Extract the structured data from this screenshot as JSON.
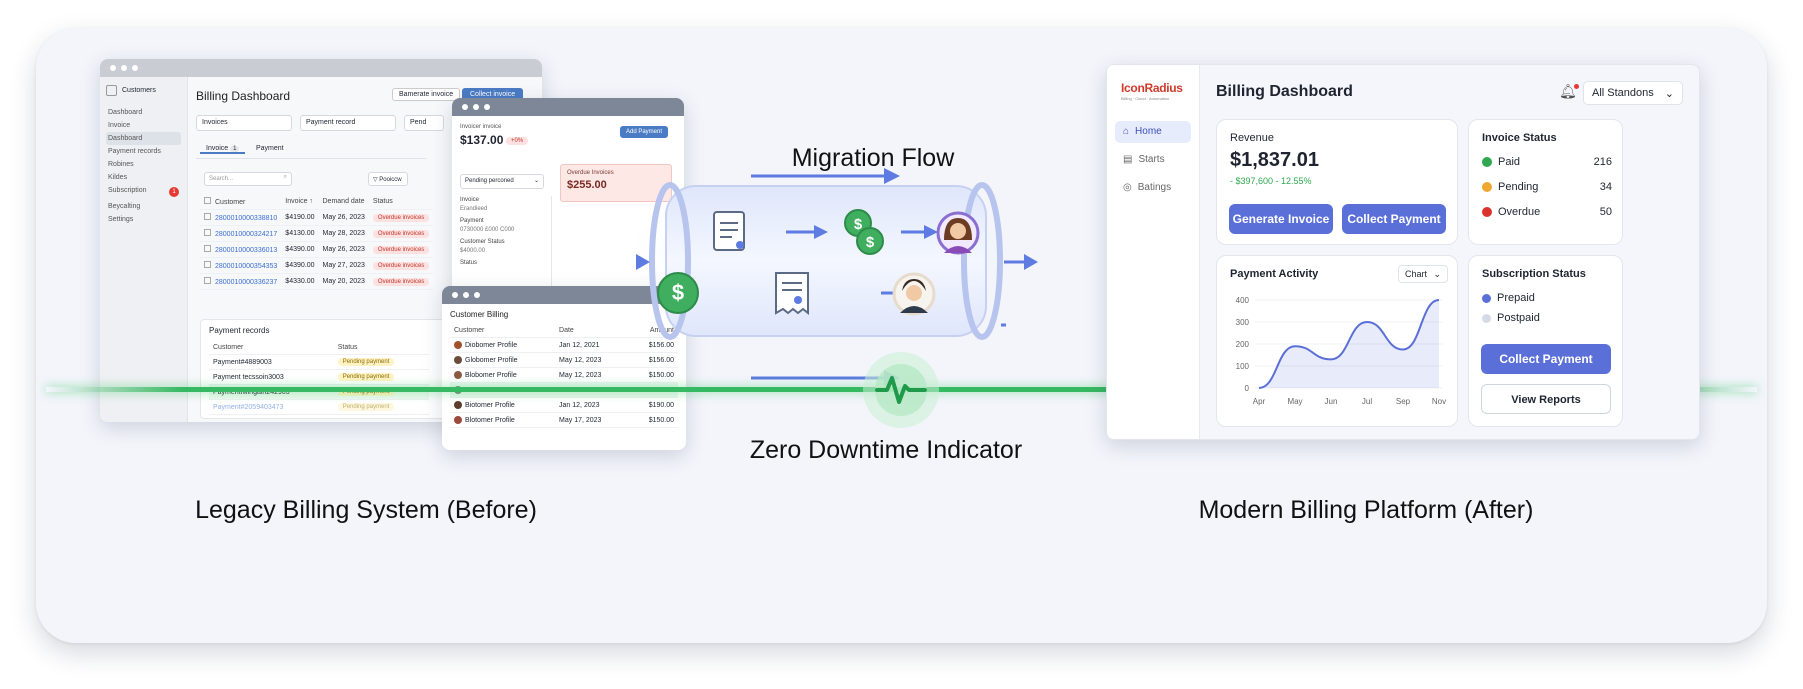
{
  "captions": {
    "migration_flow": "Migration Flow",
    "zero_downtime": "Zero Downtime Indicator",
    "legacy": "Legacy Billing System (Before)",
    "modern": "Modern Billing Platform (After)"
  },
  "legacy": {
    "sidebar": {
      "header": "Customers",
      "items": [
        "Dashboard",
        "Invoice",
        "Dashboard",
        "Payment records",
        "Robines",
        "Kildes",
        "Subscription",
        "Beycalting",
        "Settings"
      ],
      "subscription_badge": "1"
    },
    "title": "Billing Dashboard",
    "btn_generate": "Bamerate invoice",
    "btn_collect": "Collect invoice",
    "filters": [
      "Invoices",
      "Payment record",
      "Pend"
    ],
    "tabs": [
      "Invoice",
      "Payment"
    ],
    "tab_count": "1",
    "search_placeholder": "Search...",
    "filter_button": "Pooiccw",
    "columns": [
      "Customer",
      "Invoice ↑",
      "Demand date",
      "Status"
    ],
    "rows": [
      {
        "id": "2800010000338810",
        "amt": "$4190.00",
        "date": "May 26, 2023",
        "status": "Overdue invoices"
      },
      {
        "id": "2800010000324217",
        "amt": "$4130.00",
        "date": "May 28, 2023",
        "status": "Overdue invoices"
      },
      {
        "id": "2800010000336013",
        "amt": "$4390.00",
        "date": "May 26, 2023",
        "status": "Overdue invoices"
      },
      {
        "id": "2800010000354353",
        "amt": "$4390.00",
        "date": "May 27, 2023",
        "status": "Overdue invoices"
      },
      {
        "id": "2800010000336237",
        "amt": "$4330.00",
        "date": "May 20, 2023",
        "status": "Overdue invoices"
      }
    ],
    "payment_records": {
      "title": "Payment records",
      "columns": [
        "Customer",
        "Status"
      ],
      "rows": [
        {
          "name": "Payment#4889003",
          "status": "Pending payment"
        },
        {
          "name": "Payment tecssoin3003",
          "status": "Pending payment"
        },
        {
          "name": "Paymentfwingain242903",
          "status": "Pending payment"
        },
        {
          "name": "Payment#2059403473",
          "status": "Pending payment"
        }
      ]
    }
  },
  "invoice_popup": {
    "label": "Invoicer invoice",
    "amount": "$137.00",
    "badge": "+0%",
    "button": "Add Payment",
    "dropdown": "Pending perconed",
    "overdue_label": "Overdue Invoices",
    "overdue_amount": "$255.00",
    "fields": [
      {
        "label": "Invoice",
        "value": "Erandieed"
      },
      {
        "label": "Payment",
        "value": "0730000 £000 C000"
      },
      {
        "label": "Customer Status",
        "value": "$4000.00"
      },
      {
        "label": "Status",
        "value": ""
      }
    ]
  },
  "customer_billing": {
    "title": "Customer Billing",
    "columns": [
      "Customer",
      "Date",
      "Amount"
    ],
    "rows": [
      {
        "name": "Diobomer Profile",
        "date": "Jan 12, 2021",
        "amount": "$156.00"
      },
      {
        "name": "Globomer Profile",
        "date": "May 12, 2023",
        "amount": "$156.00"
      },
      {
        "name": "Blobomer Profile",
        "date": "May 12, 2023",
        "amount": "$150.00"
      },
      {
        "name": "",
        "date": "",
        "amount": ""
      },
      {
        "name": "Biotomer Profile",
        "date": "Jan 12, 2023",
        "amount": "$190.00"
      },
      {
        "name": "Blotomer Profile",
        "date": "May 17, 2023",
        "amount": "$150.00"
      }
    ]
  },
  "modern": {
    "logo": "IconRadius",
    "logo_sub": "Billing · Cloud · Automation",
    "nav": [
      "Home",
      "Starts",
      "Batings"
    ],
    "title": "Billing Dashboard",
    "account": "All Standons",
    "revenue": {
      "label": "Revenue",
      "amount": "$1,837.01",
      "delta": "- $397,600  - 12.55%"
    },
    "btn_generate": "Generate Invoice",
    "btn_collect": "Collect Payment",
    "invoice_status": {
      "title": "Invoice Status",
      "items": [
        {
          "label": "Paid",
          "count": "216",
          "color": "#2fa84f"
        },
        {
          "label": "Pending",
          "count": "34",
          "color": "#f0a830"
        },
        {
          "label": "Overdue",
          "count": "50",
          "color": "#d9342b"
        }
      ]
    },
    "payment_activity": {
      "title": "Payment Activity",
      "dropdown": "Chart"
    },
    "subscription_status": {
      "title": "Subscription Status",
      "items": [
        {
          "label": "Prepaid",
          "color": "#5b6fd8"
        },
        {
          "label": "Postpaid",
          "color": "#d5dbe6"
        }
      ],
      "btn_collect": "Collect Payment",
      "btn_reports": "View Reports"
    }
  },
  "chart_data": {
    "type": "area",
    "x": [
      "Apr",
      "May",
      "Jun",
      "Jul",
      "Sep",
      "Nov"
    ],
    "y_ticks": [
      0,
      100,
      200,
      300,
      400
    ],
    "ylim": [
      0,
      400
    ],
    "series": [
      {
        "values": [
          0,
          190,
          130,
          300,
          175,
          400
        ]
      }
    ],
    "color": "#5b6fd8"
  }
}
